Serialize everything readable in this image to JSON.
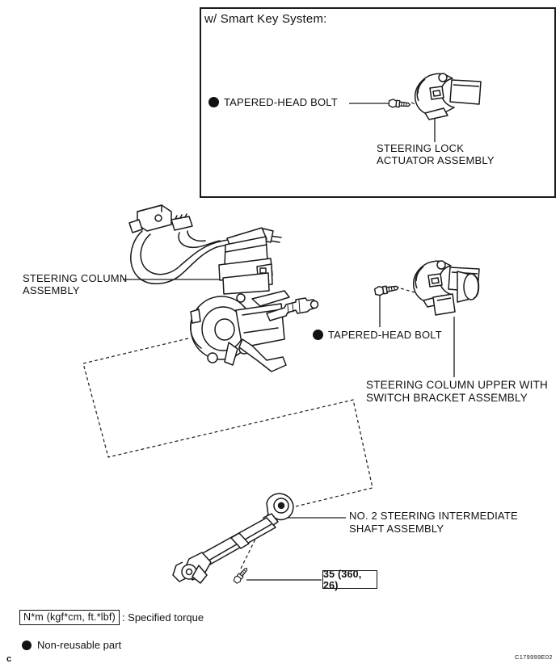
{
  "page": {
    "background": "#ffffff",
    "ink_color": "#1a1a1a",
    "footer_marker": "c",
    "figure_code": "C179999E02"
  },
  "inset": {
    "title": "w/ Smart Key System:",
    "bolt_label": "TAPERED-HEAD BOLT",
    "actuator_label_line1": "STEERING LOCK",
    "actuator_label_line2": "ACTUATOR ASSEMBLY"
  },
  "main": {
    "column_label_line1": "STEERING COLUMN",
    "column_label_line2": "ASSEMBLY",
    "bolt_label": "TAPERED-HEAD BOLT",
    "column_upper_label_line1": "STEERING COLUMN UPPER WITH",
    "column_upper_label_line2": "SWITCH BRACKET ASSEMBLY",
    "shaft_label_line1": "NO. 2 STEERING INTERMEDIATE",
    "shaft_label_line2": "SHAFT ASSEMBLY",
    "torque_spec": "35 (360, 26)"
  },
  "legend": {
    "torque_unit_box": "N*m (kgf*cm, ft.*lbf)",
    "torque_caption": ": Specified torque",
    "non_reusable_caption": "Non-reusable part"
  },
  "icons": {
    "non_reusable_bullet": "●"
  }
}
